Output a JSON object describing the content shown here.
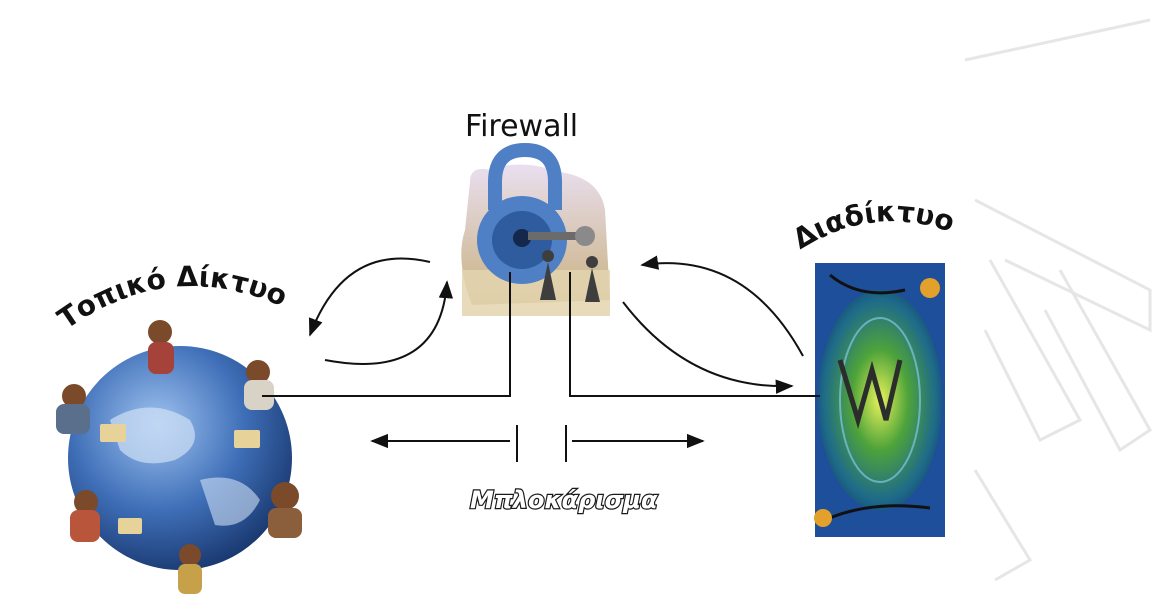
{
  "labels": {
    "firewall": "Firewall",
    "local_network": "Τοπικό Δίκτυο",
    "internet": "Διαδίκτυο",
    "blocked": "Μπλοκάρισμα"
  },
  "colors": {
    "line": "#111111",
    "globe_blue": "#3f6fb8",
    "internet_blue": "#1e4f9a",
    "internet_green": "#4ea33a",
    "firewall_tint": "#c9b7d9",
    "lock_blue": "#4f7fc4"
  },
  "icons": {
    "local_network": "globe-people-icon",
    "firewall": "padlock-key-icon",
    "internet": "www-globe-icon"
  }
}
